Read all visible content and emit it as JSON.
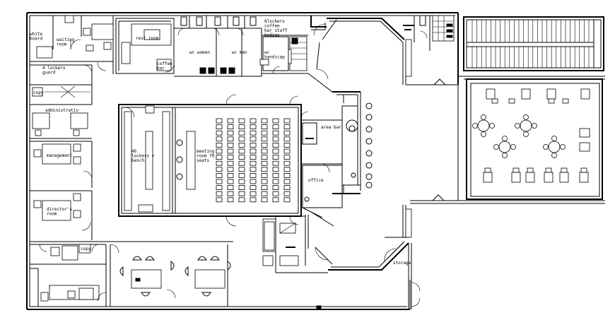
{
  "plan": {
    "rooms": {
      "white_board": "white board",
      "waiting_room": "waiting room",
      "rest_room": "rest room",
      "coffee_bar": "coffee bar",
      "wc_women": "wc women",
      "wc_men": "wc men",
      "wc_handicap": "wc handicap",
      "lockers_header": "8lockers coffee bar staff bodies",
      "lockers_guard": "4 lockers guard",
      "copy_1": "copy",
      "administrativ": "administrativ",
      "management": "management",
      "directors_room": "director's room",
      "copy_2": "copy",
      "lockers_bench": "46 lockers + bench",
      "meeting_room": "meeting room 70 seats",
      "area_bar": "area bar",
      "office": "office",
      "storage": "storage"
    }
  }
}
